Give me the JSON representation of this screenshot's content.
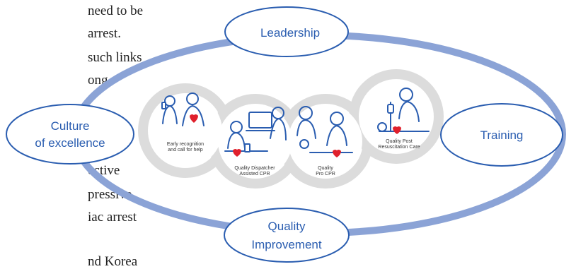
{
  "background_text": {
    "lines_top": [
      "need to be",
      "arrest.",
      "such links",
      "ong"
    ],
    "lines_bottom": [
      "ective",
      "pressive",
      "iac arrest",
      "nd Korea"
    ]
  },
  "cycle_nodes": {
    "leadership": "Leadership",
    "training": "Training",
    "culture_line1": "Culture",
    "culture_line2": "of excellence",
    "quality_line1": "Quality",
    "quality_line2": "Improvement"
  },
  "chain_links": {
    "link1_line1": "Early recognition",
    "link1_line2": "and call for help",
    "link2_line1": "Quality Dispatcher",
    "link2_line2": "Assisted CPR",
    "link3_line1": "Quality",
    "link3_line2": "Pro CPR",
    "link4_line1": "Quality Post",
    "link4_line2": "Resuscitation Care"
  },
  "colors": {
    "ring": "#8ba3d6",
    "node_border": "#2a5db0",
    "node_text": "#2a5db0",
    "chain_gray": "#dcdcdc",
    "heart": "#e0202c"
  },
  "icons": [
    "phone-caller-icon",
    "dispatcher-cpr-icon",
    "pro-cpr-icon",
    "post-resuscitation-icon",
    "heart-icon",
    "arrow-icon"
  ]
}
